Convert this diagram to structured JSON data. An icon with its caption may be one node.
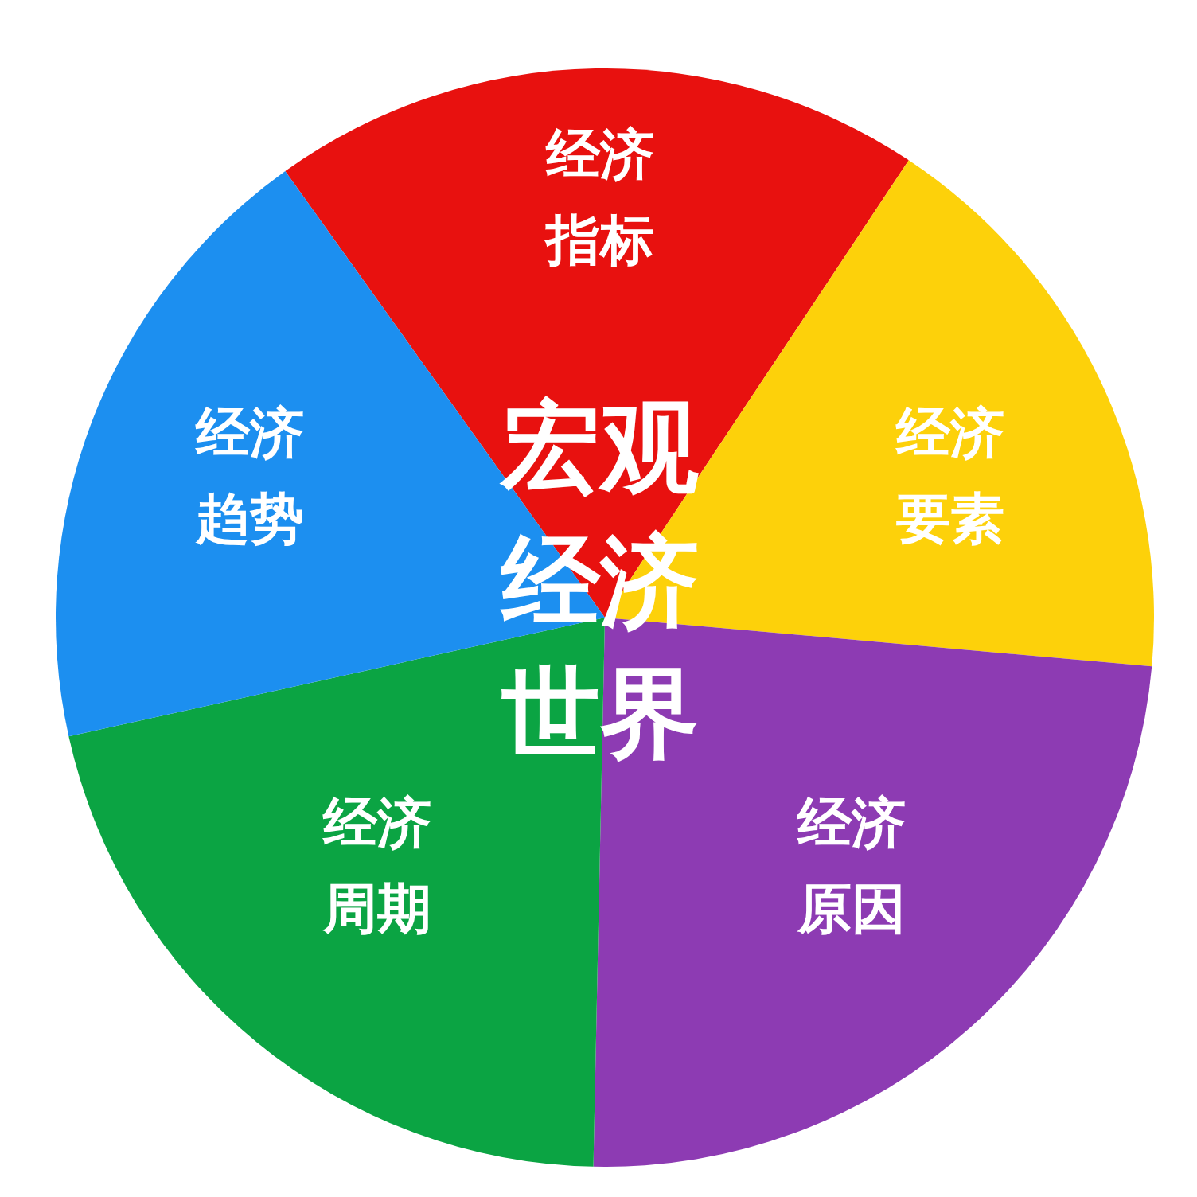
{
  "diagram": {
    "title": "宏观经济世界",
    "nodes": [
      {
        "text": [
          "经济指标"
        ]
      },
      {
        "text": [
          "经济要素"
        ]
      },
      {
        "text": [
          "经济原因"
        ]
      },
      {
        "text": [
          "经济周期"
        ]
      },
      {
        "text": [
          "经济趋势"
        ]
      }
    ]
  }
}
